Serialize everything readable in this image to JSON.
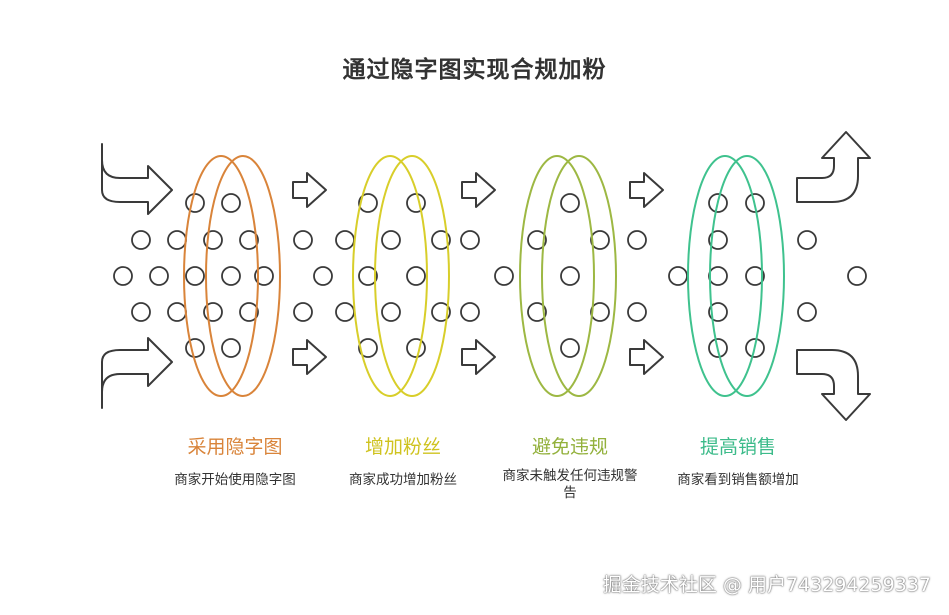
{
  "title": "通过隐字图实现合规加粉",
  "stages": [
    {
      "label": "采用隐字图",
      "description": "商家开始使用隐字图",
      "color": "#D9843A"
    },
    {
      "label": "增加粉丝",
      "description": "商家成功增加粉丝",
      "color": "#D8CE2A"
    },
    {
      "label": "避免违规",
      "description": "商家未触发任何违规警告",
      "color": "#9DB843"
    },
    {
      "label": "提高销售",
      "description": "商家看到销售额增加",
      "color": "#3FC28E"
    }
  ],
  "watermark": "掘金技术社区 @ 用户743294259337"
}
